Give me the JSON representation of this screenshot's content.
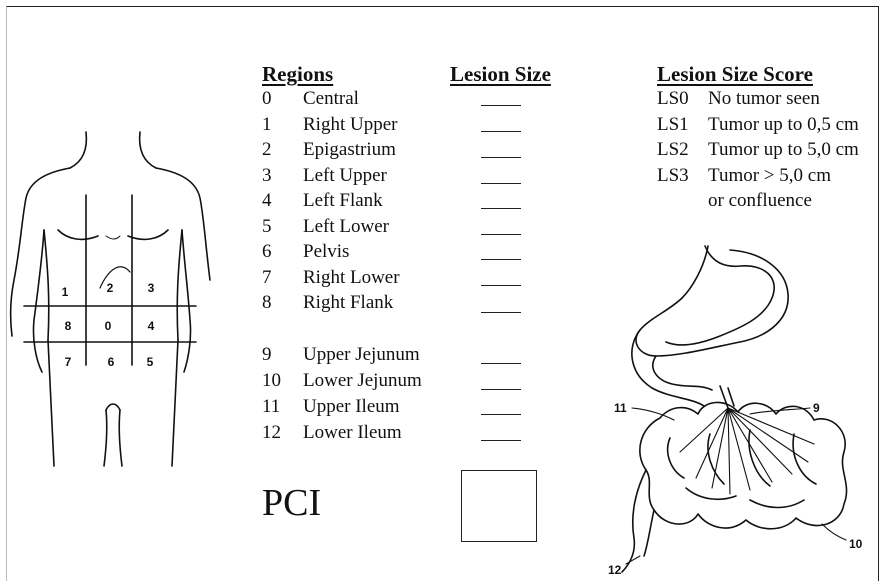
{
  "headers": {
    "regions": "Regions",
    "lesion_size": "Lesion Size",
    "lesion_size_score": "Lesion Size Score"
  },
  "regions": [
    {
      "num": "0",
      "label": "Central"
    },
    {
      "num": "1",
      "label": "Right Upper"
    },
    {
      "num": "2",
      "label": "Epigastrium"
    },
    {
      "num": "3",
      "label": "Left Upper"
    },
    {
      "num": "4",
      "label": "Left Flank"
    },
    {
      "num": "5",
      "label": "Left Lower"
    },
    {
      "num": "6",
      "label": "Pelvis"
    },
    {
      "num": "7",
      "label": "Right Lower"
    },
    {
      "num": "8",
      "label": "Right Flank"
    },
    {
      "num": "9",
      "label": "Upper Jejunum"
    },
    {
      "num": "10",
      "label": "Lower Jejunum"
    },
    {
      "num": "11",
      "label": "Upper Ileum"
    },
    {
      "num": "12",
      "label": "Lower Ileum"
    }
  ],
  "scores": [
    {
      "code": "LS0",
      "desc": "No tumor seen"
    },
    {
      "code": "LS1",
      "desc": "Tumor up to 0,5 cm"
    },
    {
      "code": "LS2",
      "desc": "Tumor up to 5,0 cm"
    },
    {
      "code": "LS3",
      "desc": "Tumor > 5,0 cm"
    },
    {
      "code": "",
      "desc": "or confluence"
    }
  ],
  "pci_label": "PCI",
  "torso_labels": [
    "1",
    "2",
    "3",
    "8",
    "0",
    "4",
    "7",
    "6",
    "5"
  ],
  "bowel_labels": [
    "11",
    "9",
    "12",
    "10"
  ]
}
